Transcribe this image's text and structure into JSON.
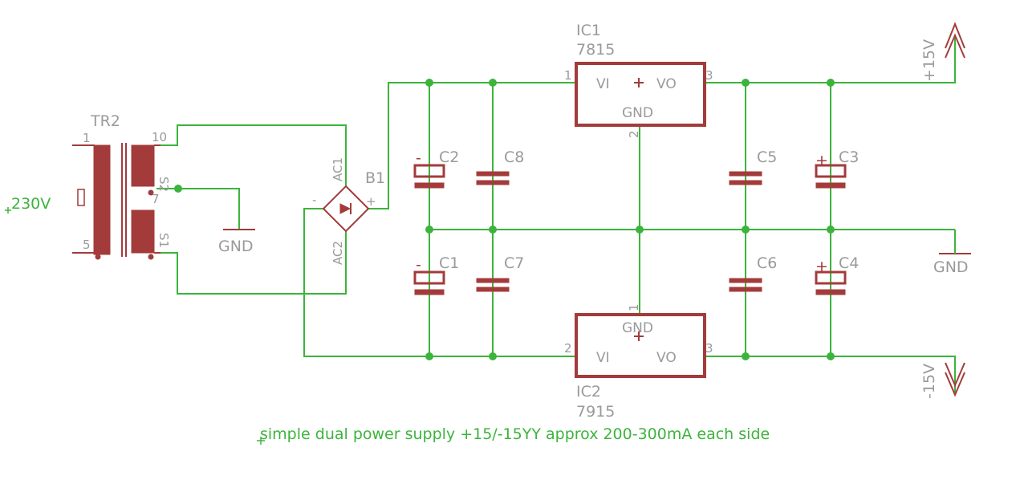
{
  "transformer": {
    "ref": "TR2",
    "pin1": "1",
    "pin5": "5",
    "pin10": "10",
    "pin7": "7",
    "s1": "S1",
    "s2": "S2"
  },
  "mains_label": "230V",
  "bridge": {
    "ref": "B1",
    "ac1": "AC1",
    "ac2": "AC2",
    "plus": "+",
    "minus": "-"
  },
  "ic1": {
    "ref": "IC1",
    "value": "7815",
    "vi": "VI",
    "vo": "VO",
    "gnd": "GND",
    "pin_in": "1",
    "pin_out": "3",
    "pin_gnd": "2"
  },
  "ic2": {
    "ref": "IC2",
    "value": "7915",
    "vi": "VI",
    "vo": "VO",
    "gnd": "GND",
    "pin_in": "2",
    "pin_out": "3",
    "pin_gnd": "1"
  },
  "capacitors": {
    "c1": "C1",
    "c2": "C2",
    "c3": "C3",
    "c4": "C4",
    "c5": "C5",
    "c6": "C6",
    "c7": "C7",
    "c8": "C8"
  },
  "polarity": {
    "minus": "-",
    "plus": "+"
  },
  "gnd": {
    "left": "GND",
    "right": "GND"
  },
  "rails": {
    "pos": "+15V",
    "neg": "-15V"
  },
  "caption": "simple dual power supply +15/-15YY approx 200-300mA each side"
}
